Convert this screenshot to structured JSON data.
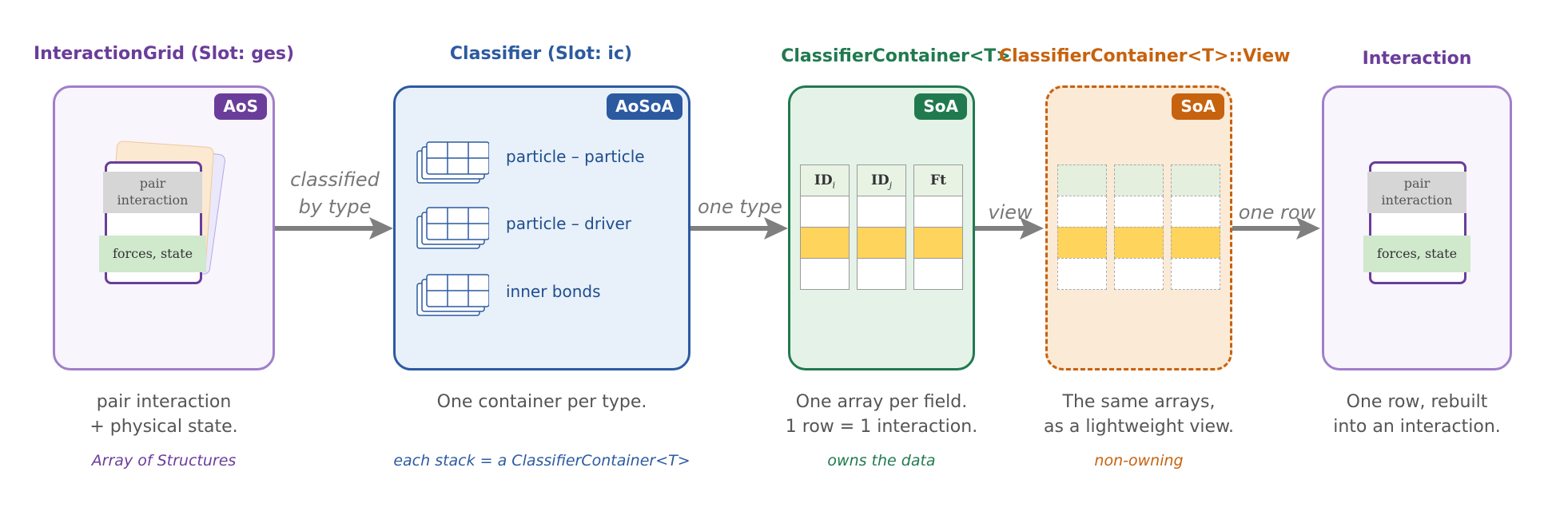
{
  "colors": {
    "purple": "#6a3d9a",
    "purple_border": "#a07fc9",
    "blue": "#2c5aa0",
    "green": "#217a4f",
    "orange": "#c7620e",
    "arrow": "#7f7f7f",
    "highlight": "#ffd45c"
  },
  "stages": {
    "interaction_grid": {
      "title": "InteractionGrid (Slot: ges)",
      "badge": "AoS",
      "card_pair": "pair\ninteraction",
      "card_forces": "forces, state",
      "desc_line1": "pair interaction",
      "desc_line2": "+ physical state.",
      "note": "Array of Structures"
    },
    "classifier": {
      "title": "Classifier (Slot: ic)",
      "badge": "AoSoA",
      "stacks": [
        "particle – particle",
        "particle – driver",
        "inner bonds"
      ],
      "desc_line1": "One container per type.",
      "note": "each stack = a ClassifierContainer<T>"
    },
    "container": {
      "title": "ClassifierContainer<T>",
      "badge": "SoA",
      "columns": [
        "ID",
        "ID",
        "Ft"
      ],
      "column_subscripts": [
        "i",
        "j",
        ""
      ],
      "desc_line1": "One array per field.",
      "desc_line2": "1 row = 1 interaction.",
      "note": "owns the data"
    },
    "view": {
      "title": "ClassifierContainer<T>::View",
      "badge": "SoA",
      "desc_line1": "The same arrays,",
      "desc_line2": "as a lightweight view.",
      "note": "non-owning"
    },
    "interaction": {
      "title": "Interaction",
      "card_pair": "pair\ninteraction",
      "card_forces": "forces, state",
      "desc_line1": "One row, rebuilt",
      "desc_line2": "into an interaction."
    }
  },
  "arrows": {
    "a1_line1": "classified",
    "a1_line2": "by type",
    "a2": "one type",
    "a3": "view",
    "a4": "one row"
  }
}
